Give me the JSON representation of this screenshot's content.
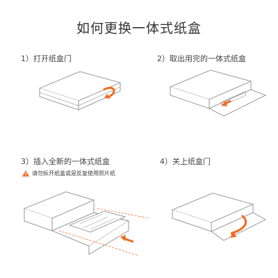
{
  "page": {
    "title": "如何更换一体式纸盒"
  },
  "steps": [
    {
      "label": "1）打开纸盒门"
    },
    {
      "label": "2）取出用完的一体式纸盒"
    },
    {
      "label": "3）插入全新的一体式纸盒",
      "warning": "请勿拆开纸盒或是反复使用照片纸"
    },
    {
      "label": "4）关上纸盒门"
    }
  ],
  "colors": {
    "accent": "#f26b21",
    "line": "#8a8a8a",
    "text": "#333333"
  }
}
